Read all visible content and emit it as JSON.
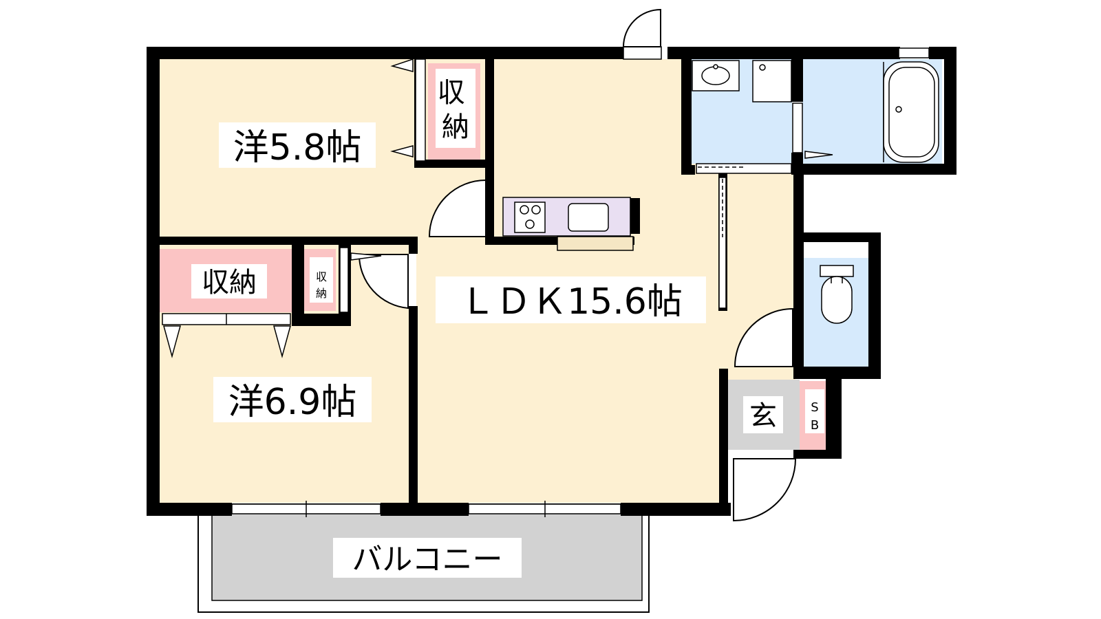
{
  "rooms": {
    "western_room_1": "洋5.8帖",
    "western_room_2": "洋6.9帖",
    "ldk": "ＬＤＫ15.6帖",
    "balcony": "バルコニー",
    "entrance": "玄",
    "shoe_box": "SB",
    "storage_top": "収納",
    "storage_left": "収納",
    "storage_small": "収納"
  },
  "colors": {
    "room_fill": "#fdf0d2",
    "storage_fill": "#fbc4c4",
    "wet_area_fill": "#d6eafc",
    "kitchen_fill": "#e9dff2",
    "kitchen_counter": "#f5e6c4",
    "balcony_fill": "#d2d2d2",
    "entrance_fill": "#d4d4d4",
    "wall": "#000000"
  },
  "icons": [
    "door-swing-icon",
    "stove-icon",
    "sink-icon",
    "washbasin-icon",
    "bathtub-icon",
    "toilet-icon",
    "window-icon"
  ]
}
